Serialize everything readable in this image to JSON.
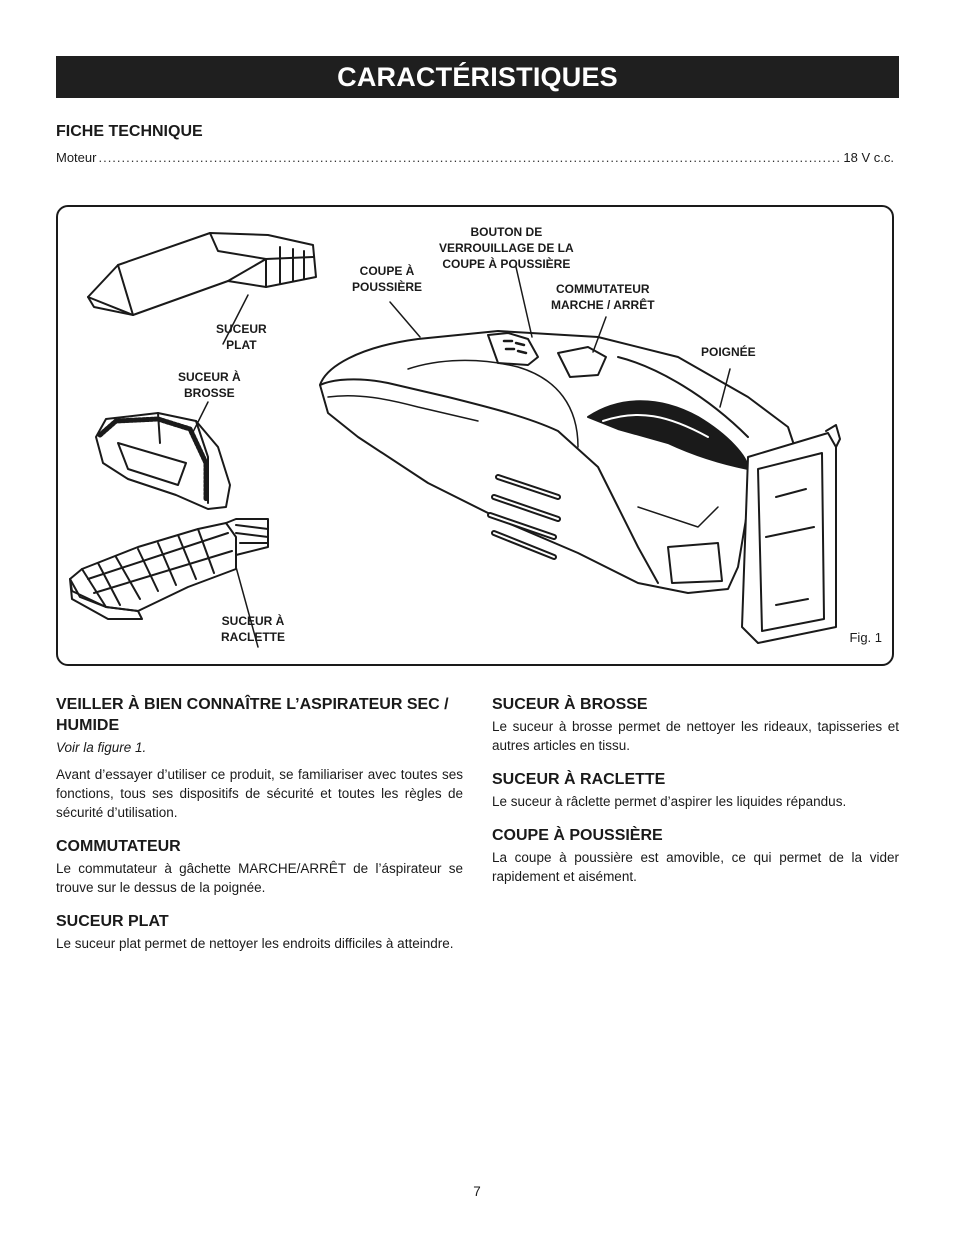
{
  "header": {
    "title": "CARACTÉRISTIQUES"
  },
  "fiche": {
    "heading": "FICHE TECHNIQUE",
    "row": {
      "label": "Moteur",
      "value": "18 V c.c."
    }
  },
  "figure": {
    "callouts": {
      "suceur_plat": "SUCEUR\nPLAT",
      "suceur_brosse": "SUCEUR À\nBROSSE",
      "suceur_raclette": "SUCEUR À\nRACLETTE",
      "coupe": "COUPE À\nPOUSSIÈRE",
      "bouton": "BOUTON DE\nVERROUILLAGE DE LA\nCOUPE À POUSSIÈRE",
      "commutateur": "COMMUTATEUR\nMARCHE / ARRÊT",
      "poignee": "POIGNÉE"
    },
    "label": "Fig. 1"
  },
  "left": {
    "intro": {
      "heading": "VEILLER À BIEN CONNAÎTRE L’ASPIRATEUR SEC / HUMIDE",
      "ref": "Voir la figure 1.",
      "body": "Avant d’essayer d’utiliser ce produit, se familiariser avec toutes ses fonctions, tous ses dispositifs de sécurité et toutes les règles de sécurité d’utilisation."
    },
    "commutateur": {
      "heading": "COMMUTATEUR",
      "body": "Le commutateur à gâchette MARCHE/ARRÊT de l’áspirateur se trouve sur le dessus de la poignée."
    },
    "suceur_plat": {
      "heading": "SUCEUR PLAT",
      "body": "Le suceur plat permet de nettoyer les endroits difficiles à atteindre."
    }
  },
  "right": {
    "suceur_brosse": {
      "heading": "SUCEUR À BROSSE",
      "body": "Le suceur à brosse permet de nettoyer les rideaux, tapisseries et autres articles en tissu."
    },
    "suceur_raclette": {
      "heading": "SUCEUR À RACLETTE",
      "body": "Le suceur à râclette permet d’aspirer les liquides répandus."
    },
    "coupe": {
      "heading": "COUPE À POUSSIÈRE",
      "body": "La coupe à poussière est amovible, ce qui permet de la vider rapidement et aisément."
    }
  },
  "page_number": "7"
}
